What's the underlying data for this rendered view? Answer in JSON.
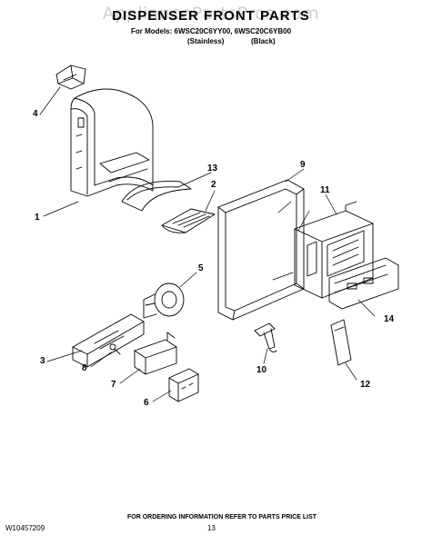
{
  "header": {
    "watermark": "AppliancePartsPros.com",
    "title": "DISPENSER FRONT PARTS",
    "models": "For Models: 6WSC20C6YY00, 6WSC20C6YB00",
    "variant_stainless": "(Stainless)",
    "variant_black": "(Black)"
  },
  "footer": {
    "ordering_note": "FOR ORDERING INFORMATION REFER TO PARTS PRICE LIST",
    "doc_number": "W10457209",
    "page_number": "13"
  },
  "callouts": {
    "c1": "1",
    "c2": "2",
    "c3": "3",
    "c4": "4",
    "c5": "5",
    "c6": "6",
    "c7": "7",
    "c8": "8",
    "c9": "9",
    "c10": "10",
    "c11": "11",
    "c12": "12",
    "c13": "13",
    "c14": "14"
  },
  "colors": {
    "line": "#000000",
    "watermark": "#969696"
  }
}
